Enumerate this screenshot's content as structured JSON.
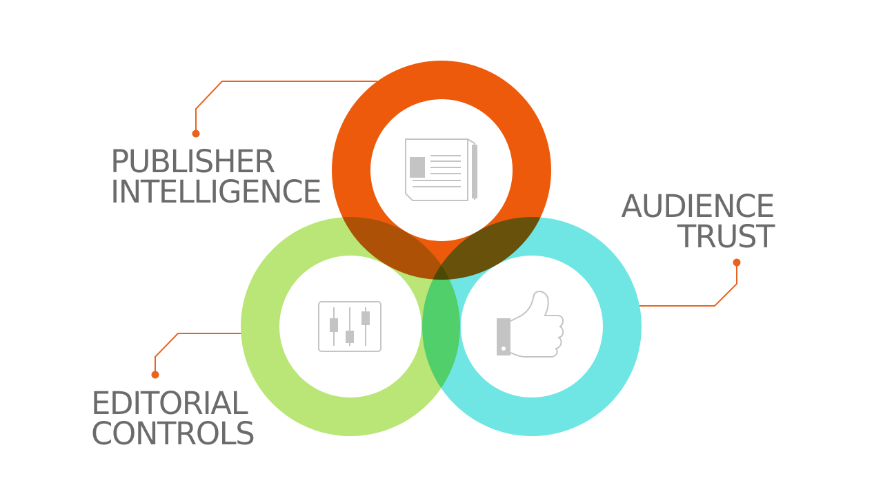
{
  "diagram": {
    "nodes": [
      {
        "id": "publisher",
        "lines": [
          "PUBLISHER",
          "INTELLIGENCE"
        ],
        "color": "#ee5a0b",
        "icon": "newspaper-icon"
      },
      {
        "id": "editorial",
        "lines": [
          "EDITORIAL",
          "CONTROLS"
        ],
        "color": "#b9e676",
        "icon": "sliders-icon"
      },
      {
        "id": "audience",
        "lines": [
          "AUDIENCE",
          "TRUST"
        ],
        "color": "#6fe6e4",
        "icon": "thumbs-up-icon"
      }
    ],
    "connector_color": "#e8631b",
    "icon_color": "#c4c4c4"
  }
}
